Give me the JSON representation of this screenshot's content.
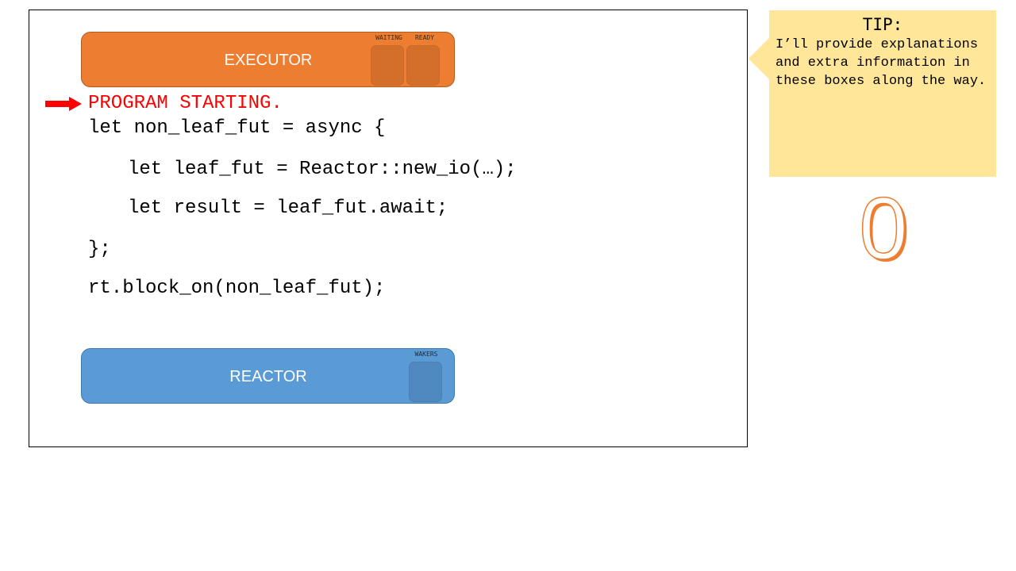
{
  "executor": {
    "label": "EXECUTOR",
    "slots": [
      "WAITING",
      "READY"
    ]
  },
  "reactor": {
    "label": "REACTOR",
    "slots": [
      "WAKERS"
    ]
  },
  "status": "PROGRAM STARTING.",
  "code": [
    "let non_leaf_fut = async {",
    "let leaf_fut = Reactor::new_io(…);",
    "let result = leaf_fut.await;",
    "};",
    "rt.block_on(non_leaf_fut);"
  ],
  "tip": {
    "title": "TIP:",
    "body": "I’ll provide explanations\nand extra information in\nthese boxes along the way."
  },
  "step_counter": "0",
  "colors": {
    "executor": "#ED7D31",
    "reactor": "#5B9BD5",
    "tip": "#FFE699",
    "status": "#FF0000"
  }
}
